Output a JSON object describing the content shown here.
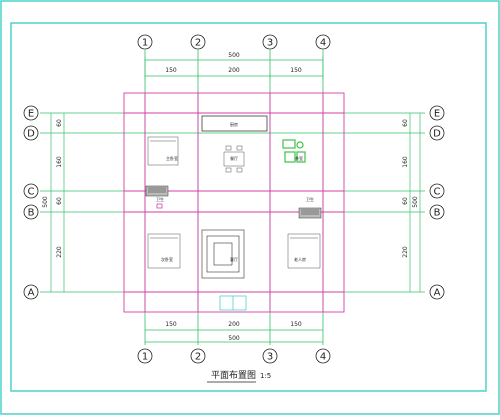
{
  "drawing": {
    "title": "平面布置图",
    "scale": "1:5"
  },
  "grid_columns": [
    "1",
    "2",
    "3",
    "4"
  ],
  "grid_rows": [
    "E",
    "D",
    "C",
    "B",
    "A"
  ],
  "dimensions": {
    "top_segments": [
      "150",
      "200",
      "150"
    ],
    "top_total": "500",
    "bottom_segments": [
      "150",
      "200",
      "150"
    ],
    "bottom_total": "500",
    "left_segments": [
      "60",
      "160",
      "60",
      "220"
    ],
    "left_total": "500",
    "right_segments": [
      "60",
      "160",
      "60",
      "220"
    ],
    "right_total": "500"
  },
  "rooms": {
    "kitchen": "厨房",
    "bedroom_top_left": "主卧室",
    "restaurant": "餐厅",
    "tea_room": "茶室",
    "toilet_left": "卫生",
    "toilet_right": "卫生",
    "bedroom_bottom_left": "次卧室",
    "living_room": "客厅",
    "bedroom_bottom_right": "老人房"
  },
  "colors": {
    "frame": "#4dd3c8",
    "grid_line": "#34c26a",
    "wall_line": "#d53fa6",
    "furniture": "#222222",
    "plant": "#3cc24a"
  }
}
